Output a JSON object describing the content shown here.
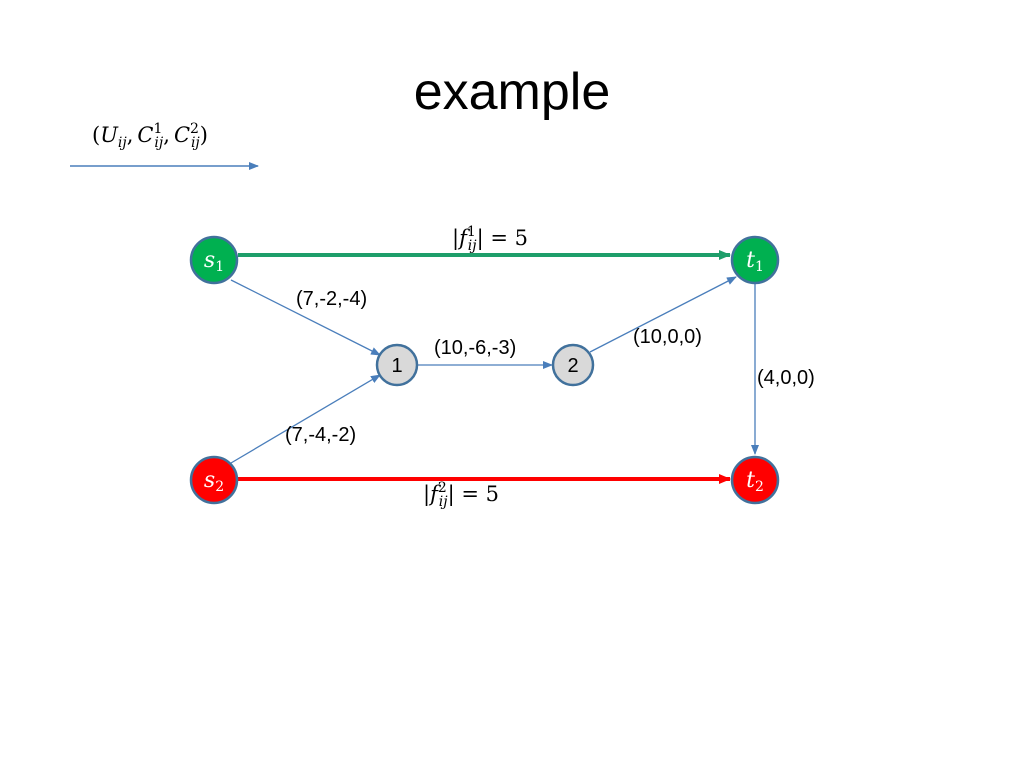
{
  "slide": {
    "title": "example"
  },
  "legend": {
    "open_paren": "(",
    "capacity_symbol": "U",
    "subscript": "ij",
    "separator": ",",
    "cost_symbol": "C",
    "cost1_superscript": "1",
    "cost2_superscript": "2",
    "close_paren": ")"
  },
  "nodes": {
    "s1": {
      "letter": "s",
      "index": "1",
      "fill": "#00b050"
    },
    "t1": {
      "letter": "t",
      "index": "1",
      "fill": "#00b050"
    },
    "n1": {
      "label": "1",
      "fill": "#d9d9d9"
    },
    "n2": {
      "label": "2",
      "fill": "#d9d9d9"
    },
    "s2": {
      "letter": "s",
      "index": "2",
      "fill": "#ff0000"
    },
    "t2": {
      "letter": "t",
      "index": "2",
      "fill": "#ff0000"
    }
  },
  "edges": {
    "s1_n1": "(7,-2,-4)",
    "n1_n2": "(10,-6,-3)",
    "n2_t1": "(10,0,0)",
    "t1_t2": "(4,0,0)",
    "s2_n1": "(7,-4,-2)"
  },
  "flows": {
    "commodity1": {
      "bar_open": "|",
      "symbol": "f",
      "superscript": "1",
      "subscript": "ij",
      "bar_close": "|",
      "equals": " = ",
      "value": "5",
      "color": "#1e9e6a"
    },
    "commodity2": {
      "bar_open": "|",
      "symbol": "f",
      "superscript": "2",
      "subscript": "ij",
      "bar_close": "|",
      "equals": " = ",
      "value": "5",
      "color": "#ff0000"
    }
  },
  "colors": {
    "edge": "#4a7ebb",
    "node_stroke": "#41719c"
  }
}
